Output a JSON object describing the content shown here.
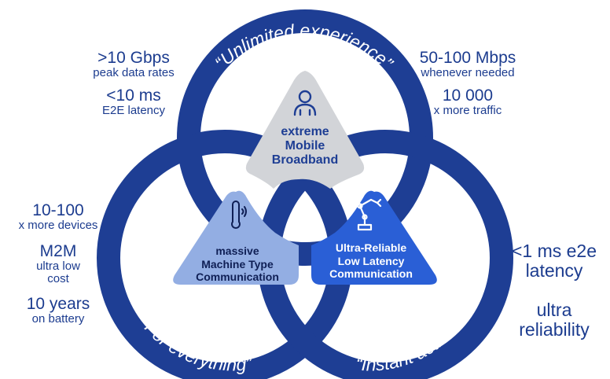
{
  "colors": {
    "ring": "#1e3e94",
    "ring_text": "#ffffff",
    "text": "#1c3c8f",
    "embb_fill": "#d2d4d8",
    "embb_text": "#1e3e94",
    "mmtc_fill": "#93aee3",
    "mmtc_text": "#0f1f55",
    "urllc_fill": "#2a5fd6",
    "urllc_text": "#ffffff"
  },
  "rings": {
    "top_label": "“Unlimited experience”",
    "left_label": "“For everything”",
    "right_label": "“Instant action”"
  },
  "segments": {
    "embb": {
      "icon": "person-icon",
      "lines": [
        "extreme",
        "Mobile",
        "Broadband"
      ]
    },
    "mmtc": {
      "icon": "thermometer-icon",
      "lines": [
        "massive",
        "Machine Type",
        "Communication"
      ]
    },
    "urllc": {
      "icon": "robot-arm-icon",
      "lines": [
        "Ultra-Reliable",
        "Low Latency",
        "Communication"
      ]
    }
  },
  "top_left": {
    "rate_value": ">10 Gbps",
    "rate_caption": "peak data rates",
    "latency_value": "<10 ms",
    "latency_caption": "E2E latency"
  },
  "top_right": {
    "speed_value": "50-100 Mbps",
    "speed_caption": "whenever needed",
    "traffic_value": "10 000",
    "traffic_caption": "x more traffic"
  },
  "left": {
    "devices_value": "10-100",
    "devices_caption": "x more devices",
    "m2m_value": "M2M",
    "m2m_caption_1": "ultra low",
    "m2m_caption_2": "cost",
    "battery_value": "10 years",
    "battery_caption": "on battery"
  },
  "right": {
    "latency_1": "<1 ms e2e",
    "latency_2": "latency",
    "reliability_1": "ultra",
    "reliability_2": "reliability"
  }
}
